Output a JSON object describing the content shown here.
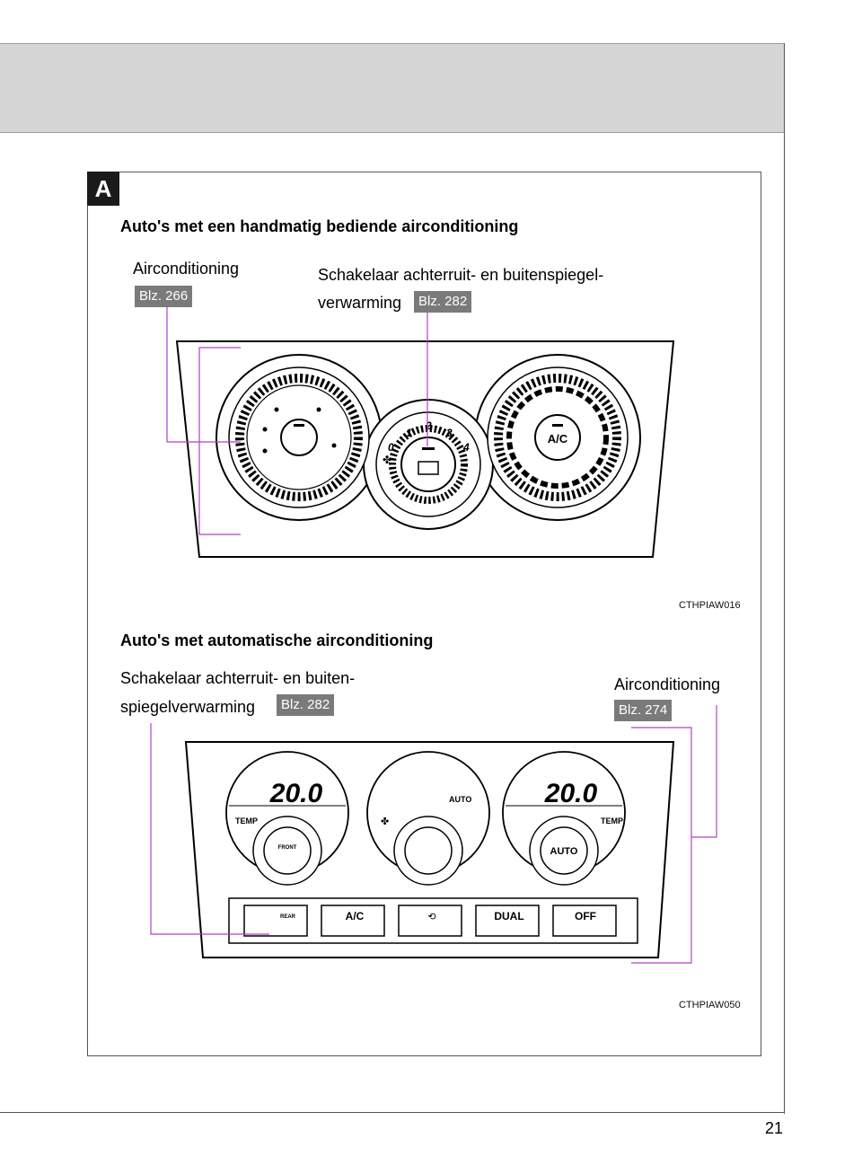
{
  "section": {
    "badge": "A"
  },
  "manual": {
    "heading": "Auto's met een handmatig bediende airconditioning",
    "ac_label": "Airconditioning",
    "ac_ref": "Blz. 266",
    "defrost_label_line1": "Schakelaar achterruit- en buitenspiegel-",
    "defrost_label_line2": "verwarming",
    "defrost_ref": "Blz. 282",
    "image_code": "CTHPIAW016",
    "panel": {
      "ac_button": "A/C",
      "fan_speeds": [
        "0",
        "1",
        "2",
        "3",
        "4"
      ]
    }
  },
  "automatic": {
    "heading": "Auto's met automatische airconditioning",
    "defrost_label_line1": "Schakelaar achterruit- en buiten-",
    "defrost_label_line2": "spiegelverwarming",
    "defrost_ref": "Blz. 282",
    "ac_label": "Airconditioning",
    "ac_ref": "Blz. 274",
    "image_code": "CTHPIAW050",
    "panel": {
      "left_temp": "20.0",
      "right_temp": "20.0",
      "temp_label": "TEMP",
      "front_label": "FRONT",
      "auto_mode_label": "AUTO",
      "auto_button": "AUTO",
      "buttons": [
        "REAR",
        "A/C",
        "",
        "DUAL",
        "OFF"
      ]
    }
  },
  "page": {
    "number": "21"
  },
  "colors": {
    "callout": "#b042c4",
    "badge": "#1a1a1a",
    "ref_bg": "#7a7a7a",
    "header_band": "#d6d6d6"
  }
}
